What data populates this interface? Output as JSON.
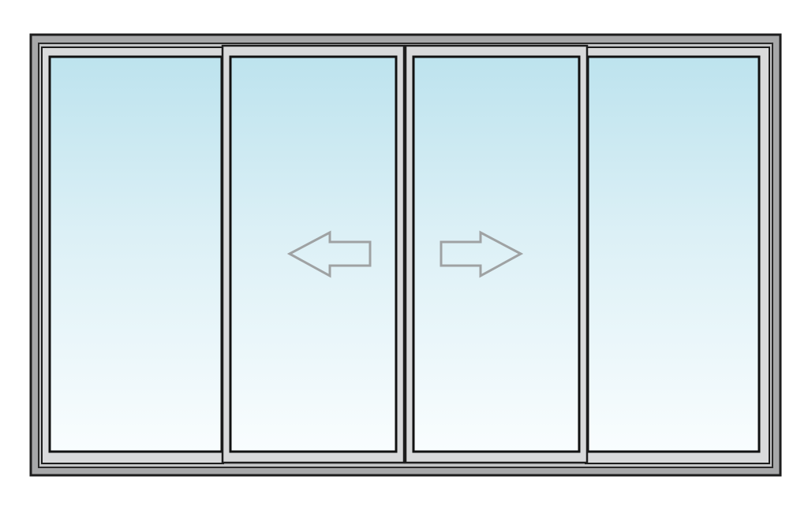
{
  "diagram": {
    "type": "sliding-window-elevation",
    "panels": [
      {
        "id": "left-fixed",
        "kind": "fixed"
      },
      {
        "id": "left-sliding",
        "kind": "sliding",
        "direction": "left"
      },
      {
        "id": "right-sliding",
        "kind": "sliding",
        "direction": "right"
      },
      {
        "id": "right-fixed",
        "kind": "fixed"
      }
    ],
    "icons": {
      "left_arrow": "arrow-left-icon",
      "right_arrow": "arrow-right-icon"
    },
    "colors": {
      "outer_frame": "#a7a8a9",
      "frame_line": "#1d1d1d",
      "sash": "#d9dadb",
      "glass_top": "#bde3ee",
      "glass_bottom": "#f9fdfe",
      "arrow": "#9fa2a3"
    }
  }
}
